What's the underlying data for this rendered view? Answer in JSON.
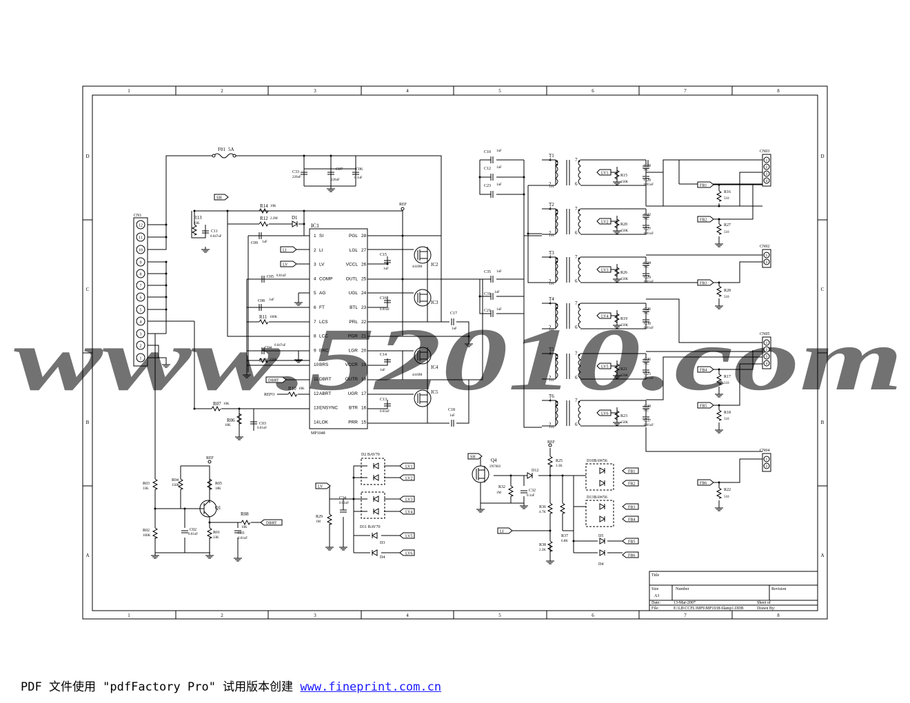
{
  "watermark": "www.52010.com",
  "border": {
    "cols": [
      "1",
      "2",
      "3",
      "4",
      "5",
      "6",
      "7",
      "8"
    ],
    "rows": [
      "D",
      "C",
      "B",
      "A"
    ]
  },
  "title_block": {
    "title_label": "Title",
    "size_label": "Size",
    "size_value": "A3",
    "number_label": "Number",
    "revision_label": "Revision",
    "date_label": "Date:",
    "date_value": "13-Mar-2007",
    "sheet_label": "Sheet    of",
    "file_label": "File:",
    "file_value": "E:\\LB\\CCFL\\MPS\\MP1038-6lamp1.DDB",
    "drawn_label": "Drawn By:"
  },
  "ic": {
    "ref": "IC1",
    "part": "MP1048",
    "left_pins": [
      {
        "num": "1",
        "name": "SI"
      },
      {
        "num": "2",
        "name": "LI"
      },
      {
        "num": "3",
        "name": "LV"
      },
      {
        "num": "4",
        "name": "COMP"
      },
      {
        "num": "5",
        "name": "AG"
      },
      {
        "num": "6",
        "name": "FT"
      },
      {
        "num": "7",
        "name": "LCS"
      },
      {
        "num": "8",
        "name": "LCC"
      },
      {
        "num": "9",
        "name": "BRC"
      },
      {
        "num": "10",
        "name": "BRS"
      },
      {
        "num": "11",
        "name": "DBRT"
      },
      {
        "num": "12",
        "name": "ABRT"
      },
      {
        "num": "13",
        "name": "ENSYNC"
      },
      {
        "num": "14",
        "name": "LOK"
      }
    ],
    "right_pins": [
      {
        "num": "28",
        "name": "PGL"
      },
      {
        "num": "27",
        "name": "LGL"
      },
      {
        "num": "26",
        "name": "VCCL"
      },
      {
        "num": "25",
        "name": "OUTL"
      },
      {
        "num": "24",
        "name": "UGL"
      },
      {
        "num": "23",
        "name": "BTL"
      },
      {
        "num": "22",
        "name": "PRL"
      },
      {
        "num": "21",
        "name": "PGR"
      },
      {
        "num": "20",
        "name": "LGR"
      },
      {
        "num": "19",
        "name": "VCCR"
      },
      {
        "num": "18",
        "name": "OUTR"
      },
      {
        "num": "17",
        "name": "UGR"
      },
      {
        "num": "16",
        "name": "BTR"
      },
      {
        "num": "15",
        "name": "PRR"
      }
    ]
  },
  "connectors": {
    "cn1": {
      "ref": "CN1",
      "pins": [
        "12",
        "11",
        "10",
        "9",
        "8",
        "7",
        "6",
        "5",
        "4",
        "3",
        "2",
        "1"
      ]
    },
    "cn03": {
      "ref": "CN03",
      "pins": [
        "1",
        "2",
        "3",
        "4"
      ]
    },
    "cn02": {
      "ref": "CN02",
      "pins": [
        "1",
        "2"
      ]
    },
    "cn05": {
      "ref": "CN05",
      "pins": [
        "1",
        "2",
        "3",
        "4"
      ]
    },
    "cn04": {
      "ref": "CN04",
      "pins": [
        "1",
        "2"
      ]
    }
  },
  "fuse": {
    "ref": "F01",
    "value": "5A"
  },
  "labels": [
    {
      "id": "C33",
      "text": "C33"
    },
    {
      "id": "C33v",
      "text": "220uF"
    },
    {
      "id": "C07",
      "text": "C07"
    },
    {
      "id": "C07v",
      "text": "220uF"
    },
    {
      "id": "C06",
      "text": "C06"
    },
    {
      "id": "C06v",
      "text": "0.1uF"
    },
    {
      "id": "SH1",
      "text": "SH"
    },
    {
      "id": "R14",
      "text": "R14"
    },
    {
      "id": "R14v",
      "text": "10K"
    },
    {
      "id": "R12",
      "text": "R12"
    },
    {
      "id": "R12v",
      "text": "2.2M"
    },
    {
      "id": "D1",
      "text": "D1"
    },
    {
      "id": "REF1",
      "text": "REF"
    },
    {
      "id": "R13",
      "text": "R13"
    },
    {
      "id": "R13v",
      "text": "33K"
    },
    {
      "id": "C11",
      "text": "C11"
    },
    {
      "id": "C11v",
      "text": "0.047uF"
    },
    {
      "id": "C09",
      "text": "C09"
    },
    {
      "id": "C09v",
      "text": "1uF"
    },
    {
      "id": "LIf",
      "text": "LI"
    },
    {
      "id": "LVf",
      "text": "LV"
    },
    {
      "id": "C05",
      "text": "C05"
    },
    {
      "id": "C05v",
      "text": "0.01uF"
    },
    {
      "id": "C08",
      "text": "C08"
    },
    {
      "id": "C08v",
      "text": "1uF"
    },
    {
      "id": "R11",
      "text": "R11"
    },
    {
      "id": "R11v",
      "text": "100K"
    },
    {
      "id": "C04",
      "text": "C04"
    },
    {
      "id": "C04v",
      "text": "0.047uF"
    },
    {
      "id": "R09",
      "text": "R09"
    },
    {
      "id": "R09v",
      "text": "150K"
    },
    {
      "id": "DBRT1",
      "text": "DBRT"
    },
    {
      "id": "REFO",
      "text": "REFO"
    },
    {
      "id": "R10",
      "text": "R10"
    },
    {
      "id": "R10v",
      "text": "10K"
    },
    {
      "id": "R07",
      "text": "R07"
    },
    {
      "id": "R07v",
      "text": "10K"
    },
    {
      "id": "R06",
      "text": "R06"
    },
    {
      "id": "R06v",
      "text": "10K"
    },
    {
      "id": "C03",
      "text": "C03"
    },
    {
      "id": "C03v",
      "text": "0.01uF"
    },
    {
      "id": "C15",
      "text": "C15"
    },
    {
      "id": "C15v",
      "text": "1uF"
    },
    {
      "id": "C16",
      "text": "C16"
    },
    {
      "id": "C16v",
      "text": "0.01uF"
    },
    {
      "id": "C14",
      "text": "C14"
    },
    {
      "id": "C14v",
      "text": "1uF"
    },
    {
      "id": "C13",
      "text": "C13"
    },
    {
      "id": "C13v",
      "text": "0.01uF"
    },
    {
      "id": "IC2",
      "text": "IC2"
    },
    {
      "id": "IC2v",
      "text": "4410M"
    },
    {
      "id": "IC3",
      "text": "IC3"
    },
    {
      "id": "IC4",
      "text": "IC4"
    },
    {
      "id": "IC4v",
      "text": "4410M"
    },
    {
      "id": "IC5",
      "text": "IC5"
    },
    {
      "id": "C17",
      "text": "C17"
    },
    {
      "id": "C17v",
      "text": "1uF"
    },
    {
      "id": "C18",
      "text": "C18"
    },
    {
      "id": "C18v",
      "text": "1uF"
    },
    {
      "id": "C10",
      "text": "C10"
    },
    {
      "id": "C10v",
      "text": "1uF"
    },
    {
      "id": "C12",
      "text": "C12"
    },
    {
      "id": "C12v",
      "text": "1uF"
    },
    {
      "id": "C23",
      "text": "C23"
    },
    {
      "id": "C23v",
      "text": "1uF"
    },
    {
      "id": "C35",
      "text": "C35"
    },
    {
      "id": "C35v",
      "text": "1uF"
    },
    {
      "id": "C31",
      "text": "C31"
    },
    {
      "id": "C31v",
      "text": "1uF"
    },
    {
      "id": "C21",
      "text": "C21"
    },
    {
      "id": "C21v",
      "text": "1uF"
    },
    {
      "id": "REF2",
      "text": "REF"
    },
    {
      "id": "R04",
      "text": "R04"
    },
    {
      "id": "R04v",
      "text": "150K"
    },
    {
      "id": "R05",
      "text": "R05"
    },
    {
      "id": "R05v",
      "text": "18K"
    },
    {
      "id": "R03",
      "text": "R03"
    },
    {
      "id": "R03v",
      "text": "33K"
    },
    {
      "id": "Q1",
      "text": "Q1"
    },
    {
      "id": "R08",
      "text": "R08"
    },
    {
      "id": "R08v",
      "text": "10K"
    },
    {
      "id": "DBRT2",
      "text": "DBRT"
    },
    {
      "id": "R02",
      "text": "R02"
    },
    {
      "id": "R02v",
      "text": "100K"
    },
    {
      "id": "C02",
      "text": "C02"
    },
    {
      "id": "C02v",
      "text": "0.01uF"
    },
    {
      "id": "R01",
      "text": "R01"
    },
    {
      "id": "R01v",
      "text": "33K"
    },
    {
      "id": "C01",
      "text": "C01"
    },
    {
      "id": "C01v",
      "text": "0.01uF"
    },
    {
      "id": "D2",
      "text": "D2  BAV70"
    },
    {
      "id": "D11",
      "text": "D11    BAV70"
    },
    {
      "id": "LVin",
      "text": "LV"
    },
    {
      "id": "C34",
      "text": "C34"
    },
    {
      "id": "C34v",
      "text": "0.01uF"
    },
    {
      "id": "R29",
      "text": "R29"
    },
    {
      "id": "R29v",
      "text": "1M"
    },
    {
      "id": "D3",
      "text": "D3"
    },
    {
      "id": "D4a",
      "text": "D4"
    },
    {
      "id": "LV1a",
      "text": "LV1"
    },
    {
      "id": "LV2a",
      "text": "LV2"
    },
    {
      "id": "LV3a",
      "text": "LV3"
    },
    {
      "id": "LV4a",
      "text": "LV4"
    },
    {
      "id": "LV5a",
      "text": "LV5"
    },
    {
      "id": "LV6a",
      "text": "LV6"
    },
    {
      "id": "SH2",
      "text": "SH"
    },
    {
      "id": "Q4",
      "text": "Q4"
    },
    {
      "id": "Q4v",
      "text": "2N7002"
    },
    {
      "id": "R32",
      "text": "R32"
    },
    {
      "id": "R32v",
      "text": "1M"
    },
    {
      "id": "C32",
      "text": "C32"
    },
    {
      "id": "C32v",
      "text": "0.1uF"
    },
    {
      "id": "D12",
      "text": "D12"
    },
    {
      "id": "REF3",
      "text": "REF"
    },
    {
      "id": "R25",
      "text": "R25"
    },
    {
      "id": "R25v",
      "text": "3.3K"
    },
    {
      "id": "R36",
      "text": "R36"
    },
    {
      "id": "R36v",
      "text": "4.7K"
    },
    {
      "id": "R37",
      "text": "R37"
    },
    {
      "id": "R37v",
      "text": "6.8K"
    },
    {
      "id": "R38",
      "text": "R38"
    },
    {
      "id": "R38v",
      "text": "2.2K"
    },
    {
      "id": "LIin",
      "text": "LI"
    },
    {
      "id": "D10",
      "text": "D10BAW56"
    },
    {
      "id": "D13",
      "text": "D13BAW56"
    },
    {
      "id": "D5",
      "text": "D5"
    },
    {
      "id": "D4b",
      "text": "D4"
    },
    {
      "id": "FB1a",
      "text": "FB1"
    },
    {
      "id": "FB2a",
      "text": "FB2"
    },
    {
      "id": "FB3a",
      "text": "FB3"
    },
    {
      "id": "FB4a",
      "text": "FB4"
    },
    {
      "id": "FB5a",
      "text": "FB5"
    },
    {
      "id": "FB6a",
      "text": "FB6"
    },
    {
      "id": "FB1b",
      "text": "FB1"
    },
    {
      "id": "FB2b",
      "text": "FB2"
    },
    {
      "id": "FB3b",
      "text": "FB3"
    },
    {
      "id": "FB4b",
      "text": "FB4"
    },
    {
      "id": "FB5b",
      "text": "FB5"
    },
    {
      "id": "FB6b",
      "text": "FB6"
    },
    {
      "id": "R16",
      "text": "R16"
    },
    {
      "id": "R16v",
      "text": "510"
    },
    {
      "id": "R27",
      "text": "R27"
    },
    {
      "id": "R27v",
      "text": "510"
    },
    {
      "id": "R28",
      "text": "R28"
    },
    {
      "id": "R28v",
      "text": "510"
    },
    {
      "id": "R17",
      "text": "R17"
    },
    {
      "id": "R17v",
      "text": "510"
    },
    {
      "id": "R18",
      "text": "R18"
    },
    {
      "id": "R18v",
      "text": "510"
    },
    {
      "id": "R22",
      "text": "R22"
    },
    {
      "id": "R22v",
      "text": "510"
    }
  ],
  "transformers": [
    {
      "ref": "T1",
      "part": "T01",
      "lv": "LV1",
      "r": "R15",
      "rv": "150K",
      "ca": "C19",
      "cav": "NC",
      "cb": "C20",
      "cbv": "0.01uF"
    },
    {
      "ref": "T2",
      "part": "T01",
      "lv": "LV2",
      "r": "R20",
      "rv": "150K",
      "ca": "C22",
      "cav": "NC",
      "cb": "C27",
      "cbv": "0.01uF"
    },
    {
      "ref": "T3",
      "part": "T01",
      "lv": "LV3",
      "r": "R26",
      "rv": "150K",
      "ca": "C24",
      "cav": "NC",
      "cb": "C29",
      "cbv": "0.01uF"
    },
    {
      "ref": "T4",
      "part": "T01",
      "lv": "LV4",
      "r": "R19",
      "rv": "150K",
      "ca": "C26",
      "cav": "NC",
      "cb": "C30",
      "cbv": "0.01uF"
    },
    {
      "ref": "T5",
      "part": "T01",
      "lv": "LV5",
      "r": "R21",
      "rv": "150K",
      "ca": "C36",
      "cav": "NC",
      "cb": "C25",
      "cbv": "0.01uF"
    },
    {
      "ref": "T6",
      "part": "T01",
      "lv": "LV6",
      "r": "R23",
      "rv": "150K",
      "ca": "C38",
      "cav": "NC",
      "cb": "C37",
      "cbv": "0.01uF"
    }
  ],
  "transformer_pins": {
    "p4": "4",
    "p2": "2",
    "p7": "7",
    "p6": "6"
  },
  "footer": {
    "text": "PDF 文件使用 \"pdfFactory Pro\" 试用版本创建 ",
    "link": "www.fineprint.com.cn"
  }
}
